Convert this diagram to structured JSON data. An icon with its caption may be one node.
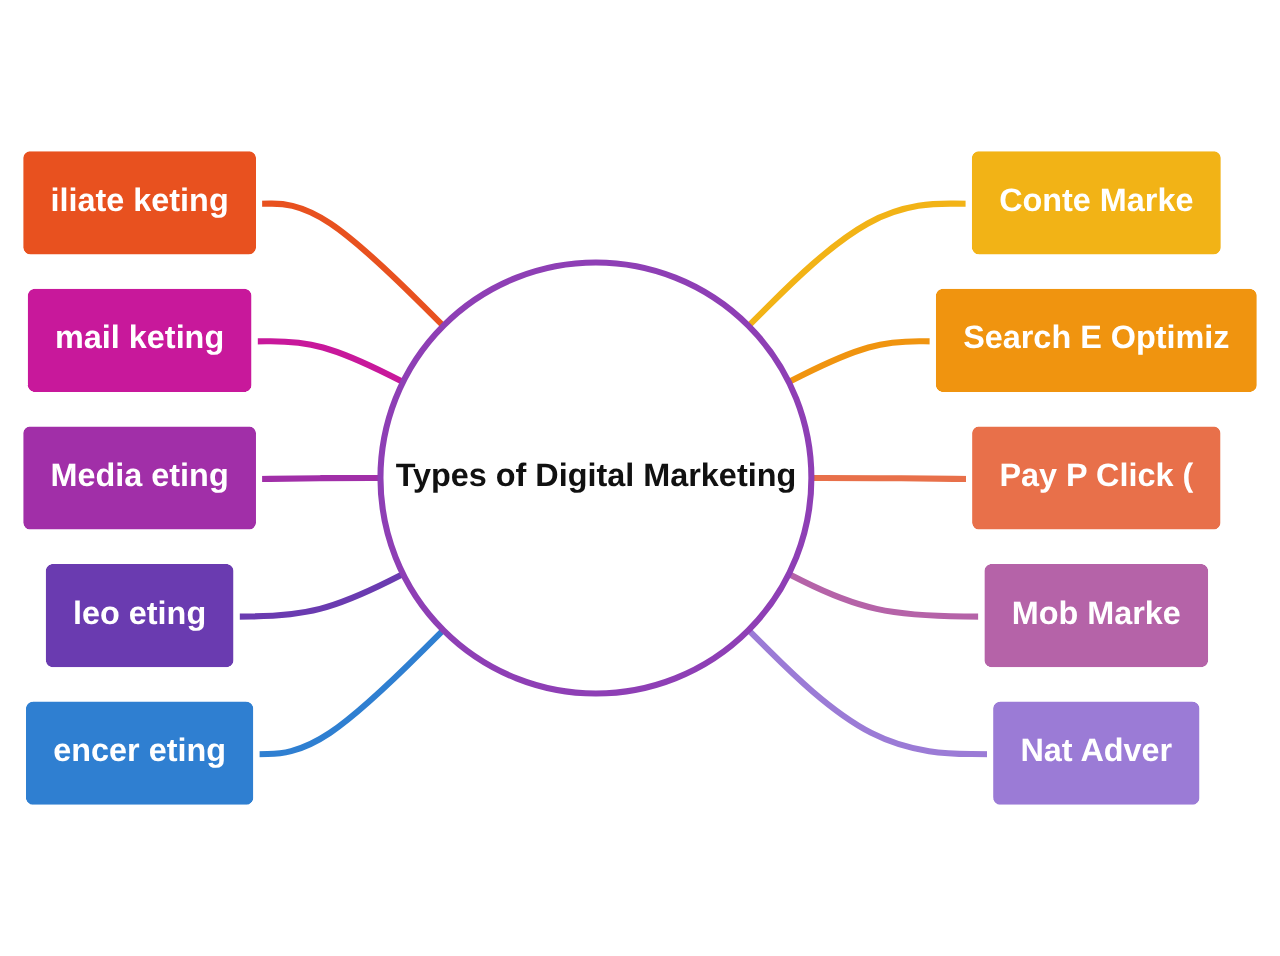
{
  "diagram": {
    "nodes": [
      {
        "text": [
          "Types of Digital Marketing"
        ]
      },
      {
        "text": [
          "iliate keting"
        ]
      },
      {
        "text": [
          "mail keting"
        ]
      },
      {
        "text": [
          "Media eting"
        ]
      },
      {
        "text": [
          "leo eting"
        ]
      },
      {
        "text": [
          "encer eting"
        ]
      },
      {
        "text": [
          "Conte Marke"
        ]
      },
      {
        "text": [
          "Search E Optimiz"
        ]
      },
      {
        "text": [
          "Pay P Click ("
        ]
      },
      {
        "text": [
          "Mob Marke"
        ]
      },
      {
        "text": [
          "Nat Adver"
        ]
      }
    ],
    "edges": [
      {
        "from": 0,
        "to": 1,
        "arrow": "none",
        "color": "#e8511f"
      },
      {
        "from": 0,
        "to": 2,
        "arrow": "none",
        "color": "#c8189b"
      },
      {
        "from": 0,
        "to": 3,
        "arrow": "none",
        "color": "#a12fa8"
      },
      {
        "from": 0,
        "to": 4,
        "arrow": "none",
        "color": "#6a3bb0"
      },
      {
        "from": 0,
        "to": 5,
        "arrow": "none",
        "color": "#2f7fd1"
      },
      {
        "from": 0,
        "to": 6,
        "arrow": "none",
        "color": "#f2b316"
      },
      {
        "from": 0,
        "to": 7,
        "arrow": "none",
        "color": "#f0940f"
      },
      {
        "from": 0,
        "to": 8,
        "arrow": "none",
        "color": "#e8704a"
      },
      {
        "from": 0,
        "to": 9,
        "arrow": "none",
        "color": "#b563a8"
      },
      {
        "from": 0,
        "to": 10,
        "arrow": "none",
        "color": "#9b7bd6"
      }
    ]
  }
}
